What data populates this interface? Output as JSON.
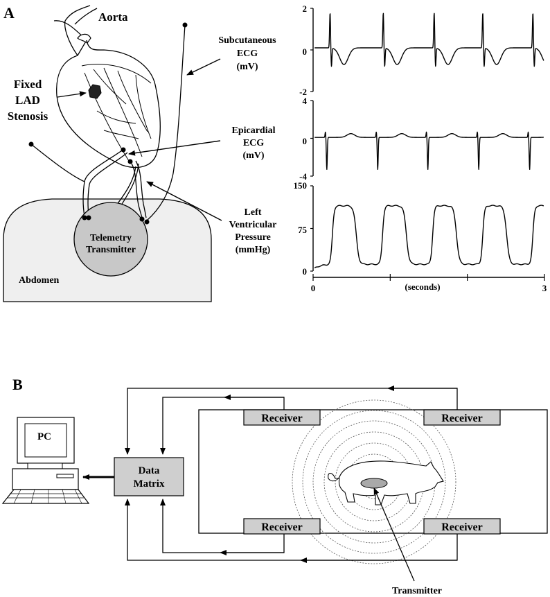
{
  "panel_a": {
    "letter": "A",
    "aorta": "Aorta",
    "stenosis": [
      "Fixed",
      "LAD",
      "Stenosis"
    ],
    "subq": [
      "Subcutaneous",
      "ECG",
      "(mV)"
    ],
    "epi": [
      "Epicardial",
      "ECG",
      "(mV)"
    ],
    "lvp": [
      "Left",
      "Ventricular",
      "Pressure",
      "(mmHg)"
    ],
    "transmitter": [
      "Telemetry",
      "Transmitter"
    ],
    "abdomen": "Abdomen",
    "ecg1_ticks": [
      "2",
      "0",
      "-2"
    ],
    "ecg2_ticks": [
      "4",
      "0",
      "-4"
    ],
    "lvp_ticks": [
      "150",
      "75",
      "0"
    ],
    "x_ticks": [
      "0",
      "3"
    ],
    "x_label": "(seconds)"
  },
  "panel_b": {
    "letter": "B",
    "pc": "PC",
    "matrix": [
      "Data",
      "Matrix"
    ],
    "receiver": "Receiver",
    "transmitter": "Transmitter"
  },
  "chart_data": [
    {
      "type": "line",
      "name": "subcutaneous-ecg",
      "ylabel": "Subcutaneous ECG (mV)",
      "xlim": [
        0,
        3
      ],
      "ylim": [
        -2,
        2
      ],
      "yticks": [
        2,
        0,
        -2
      ],
      "beat_times_s": [
        0.22,
        0.91,
        1.57,
        2.2,
        2.85
      ],
      "baseline": 0.1,
      "r_peak": 1.8,
      "t_wave": -0.7
    },
    {
      "type": "line",
      "name": "epicardial-ecg",
      "ylabel": "Epicardial ECG (mV)",
      "xlim": [
        0,
        3
      ],
      "ylim": [
        -4,
        4
      ],
      "yticks": [
        4,
        0,
        -4
      ],
      "beat_times_s": [
        0.17,
        0.83,
        1.48,
        2.14,
        2.8
      ],
      "baseline": 0.1,
      "s_trough": -3.3,
      "t_wave": 0.5
    },
    {
      "type": "line",
      "name": "left-ventricular-pressure",
      "ylabel": "Left Ventricular Pressure (mmHg)",
      "xlabel": "(seconds)",
      "xlim": [
        0,
        3
      ],
      "ylim": [
        0,
        150
      ],
      "yticks": [
        150,
        75,
        0
      ],
      "systole_start_s": [
        0.25,
        0.9,
        1.55,
        2.2,
        2.85
      ],
      "systolic_peak_mmHg": 115,
      "diastolic_mmHg": 12,
      "start_mmHg": 3
    }
  ]
}
